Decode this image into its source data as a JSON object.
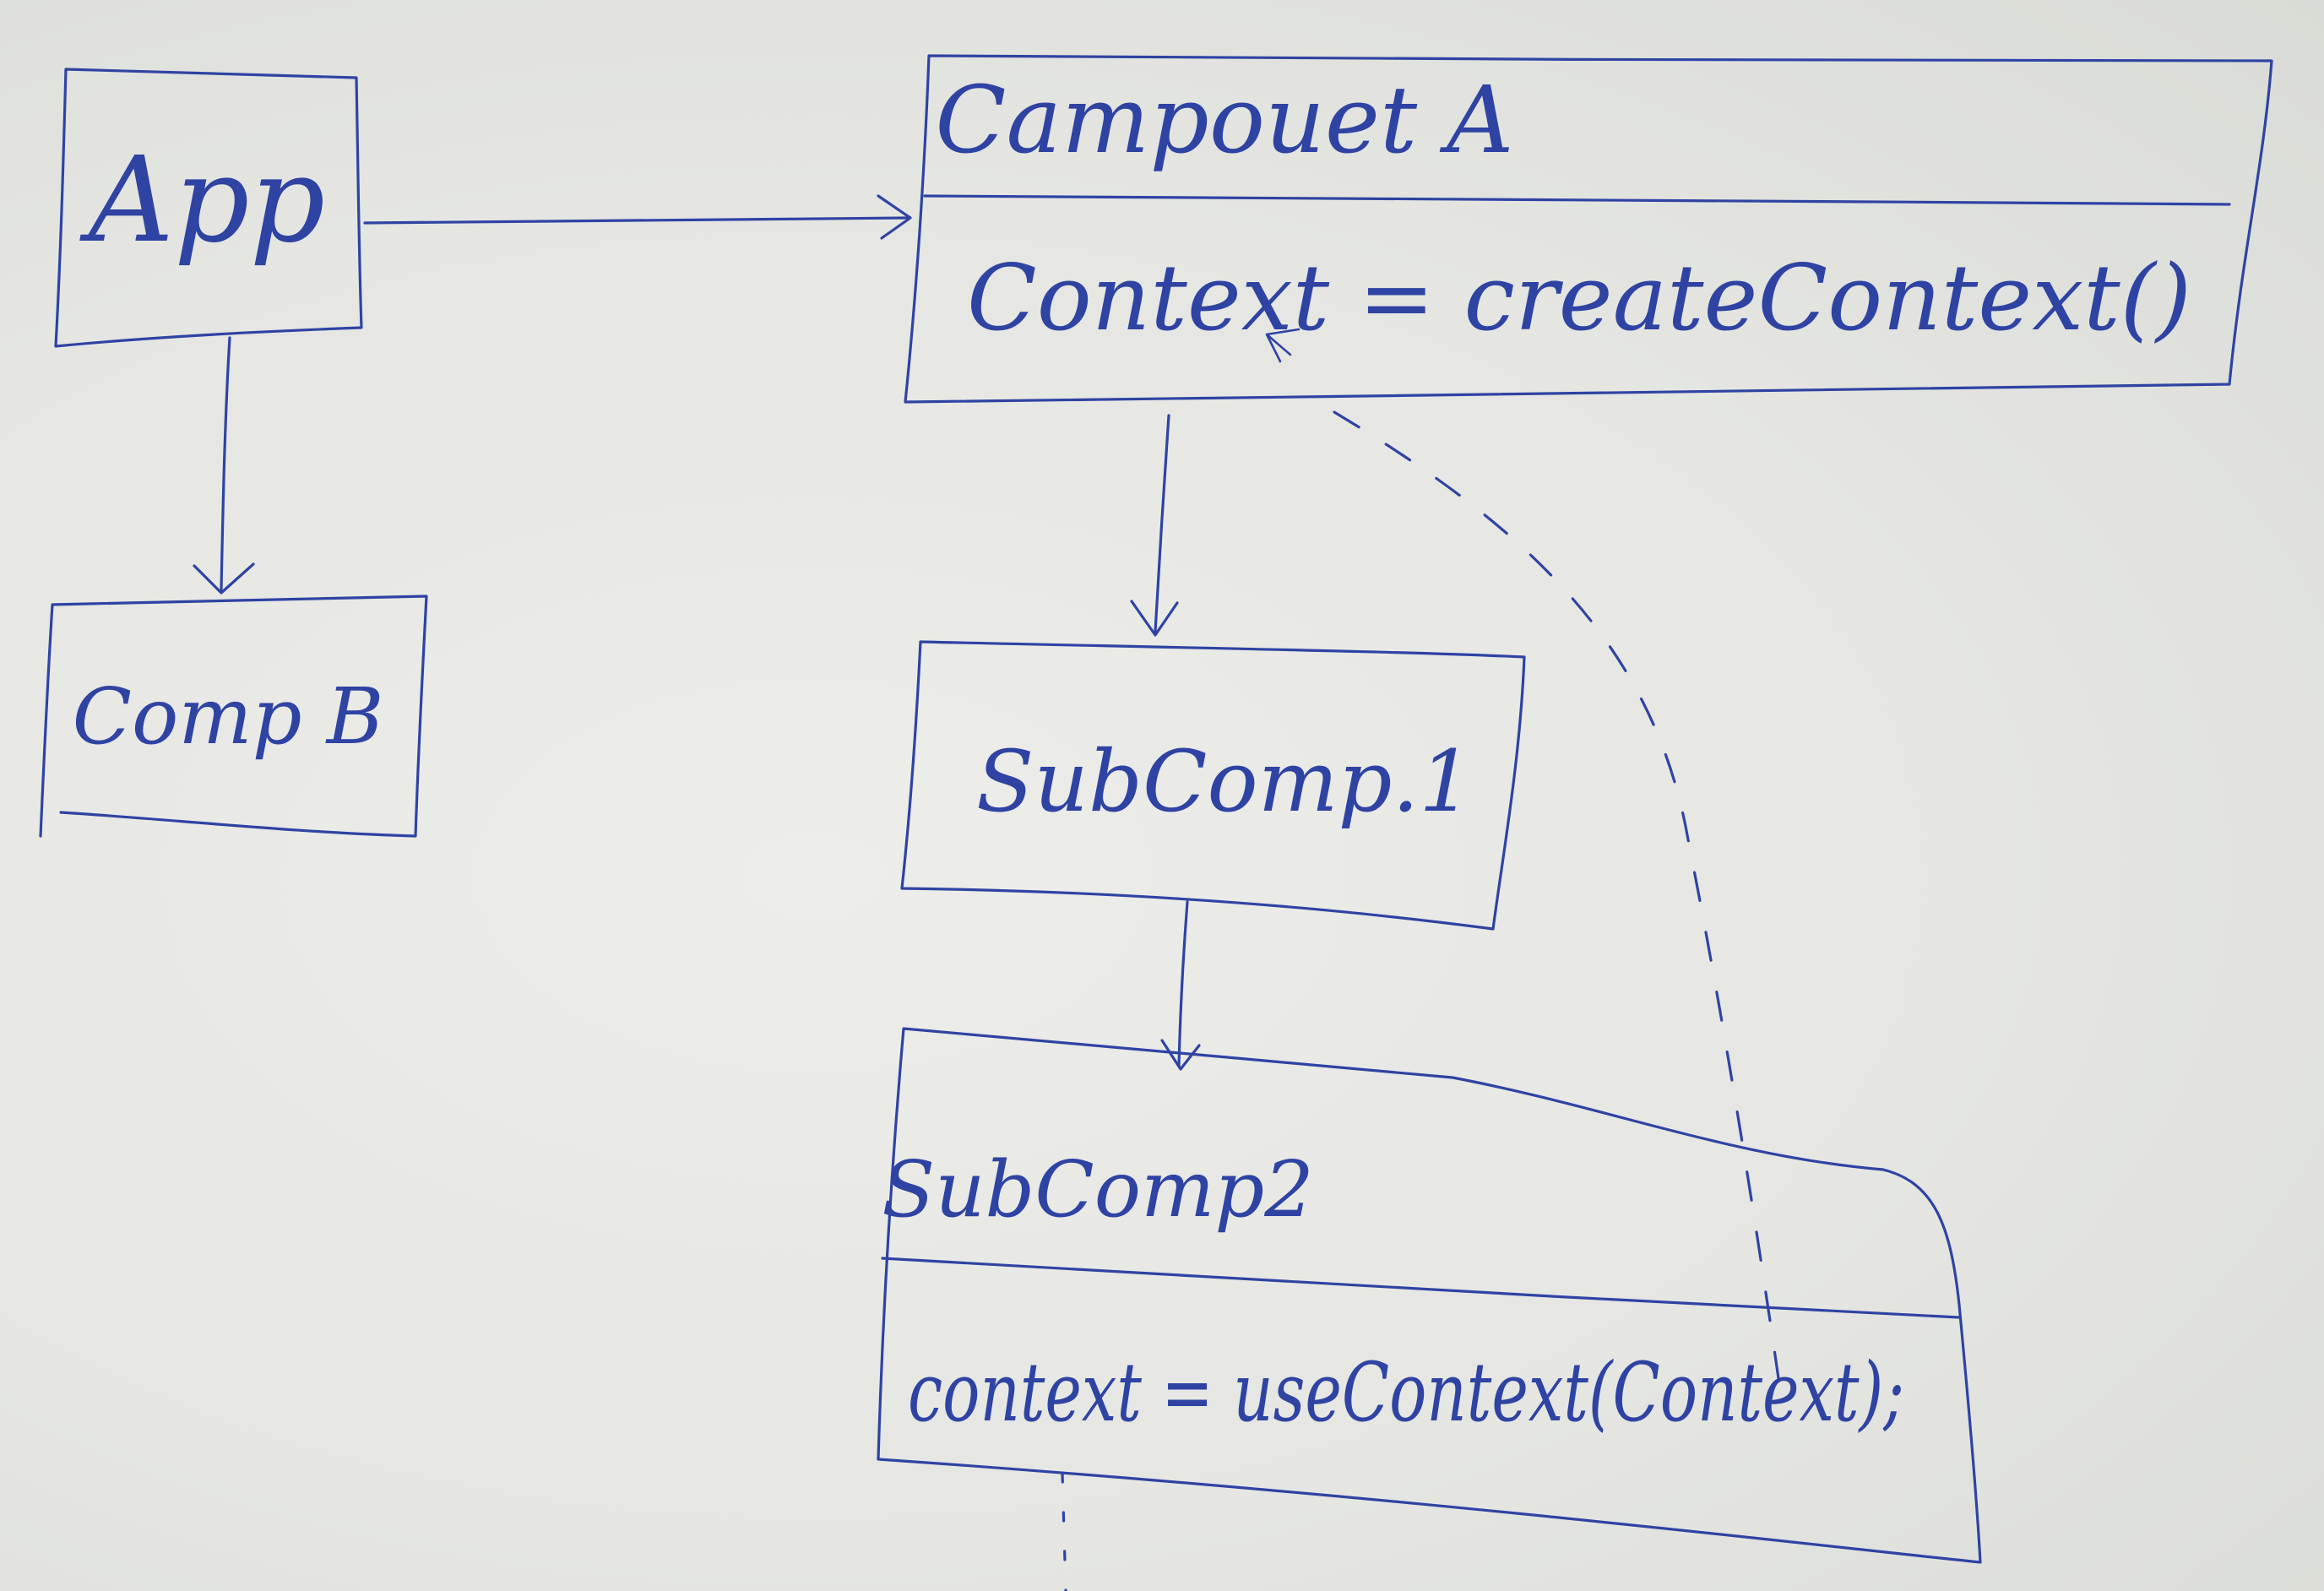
{
  "diagram": {
    "app": {
      "label": "App"
    },
    "comp_b": {
      "label": "Comp B"
    },
    "component_a": {
      "title": "Campouet A",
      "body": "Context = createContext()"
    },
    "subcomp1": {
      "label": "SubComp.1"
    },
    "subcomp2": {
      "title": "SubComp2",
      "body": "context = useContext(Context);"
    },
    "colors": {
      "ink": "#2f43a3",
      "board": "#e7e8e4"
    }
  }
}
